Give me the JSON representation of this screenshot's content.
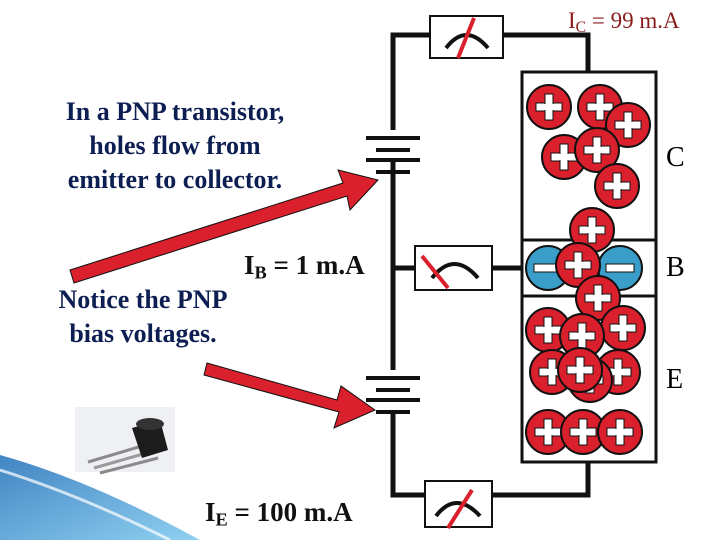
{
  "note_top": [
    "In a PNP transistor,",
    "holes flow from",
    "emitter to collector."
  ],
  "note_bottom": [
    "Notice the PNP",
    "bias voltages."
  ],
  "currents": {
    "collector": {
      "symbol": "I",
      "sub": "C",
      "value": "= 99 m.A"
    },
    "base": {
      "symbol": "I",
      "sub": "B",
      "value": "= 1 m.A"
    },
    "emitter": {
      "symbol": "I",
      "sub": "E",
      "value": "= 100 m.A"
    }
  },
  "regions": {
    "collector": "C",
    "base": "B",
    "emitter": "E"
  },
  "colors": {
    "wire": "#111111",
    "hole": "#d9202c",
    "electron": "#3a9ec8",
    "arrow": "#d9202c",
    "note_text": "#0d1f52",
    "corner": "#2a8fd0"
  },
  "icons": [
    "hole-plus-icon",
    "electron-minus-icon",
    "meter-icon",
    "battery-icon",
    "transistor-photo-icon"
  ]
}
